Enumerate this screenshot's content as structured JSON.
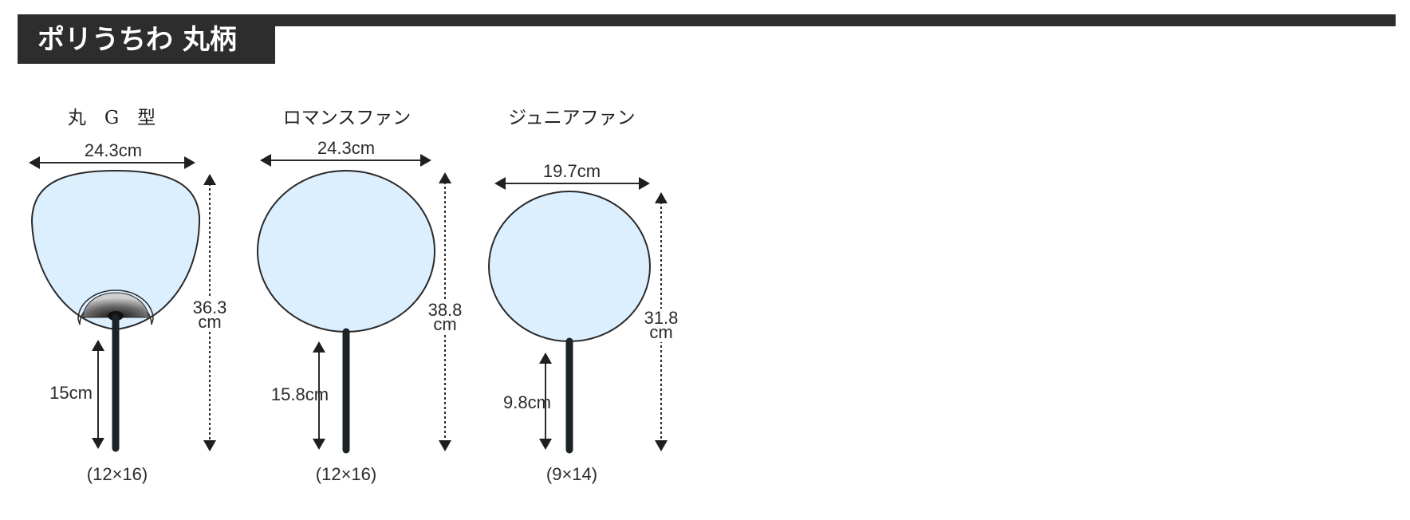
{
  "header": {
    "title": "ポリうちわ 丸柄"
  },
  "fans": [
    {
      "label": "丸　G　型",
      "width": "24.3cm",
      "height_value": "36.3",
      "height_unit": "cm",
      "handle": "15cm",
      "size": "(12×16)"
    },
    {
      "label": "ロマンスファン",
      "width": "24.3cm",
      "height_value": "38.8",
      "height_unit": "cm",
      "handle": "15.8cm",
      "size": "(12×16)"
    },
    {
      "label": "ジュニアファン",
      "width": "19.7cm",
      "height_value": "31.8",
      "height_unit": "cm",
      "handle": "9.8cm",
      "size": "(9×14)"
    }
  ],
  "colors": {
    "header_bg": "#2d2d2d",
    "fan_face": "#dcefff",
    "handle": "#1c2326"
  }
}
